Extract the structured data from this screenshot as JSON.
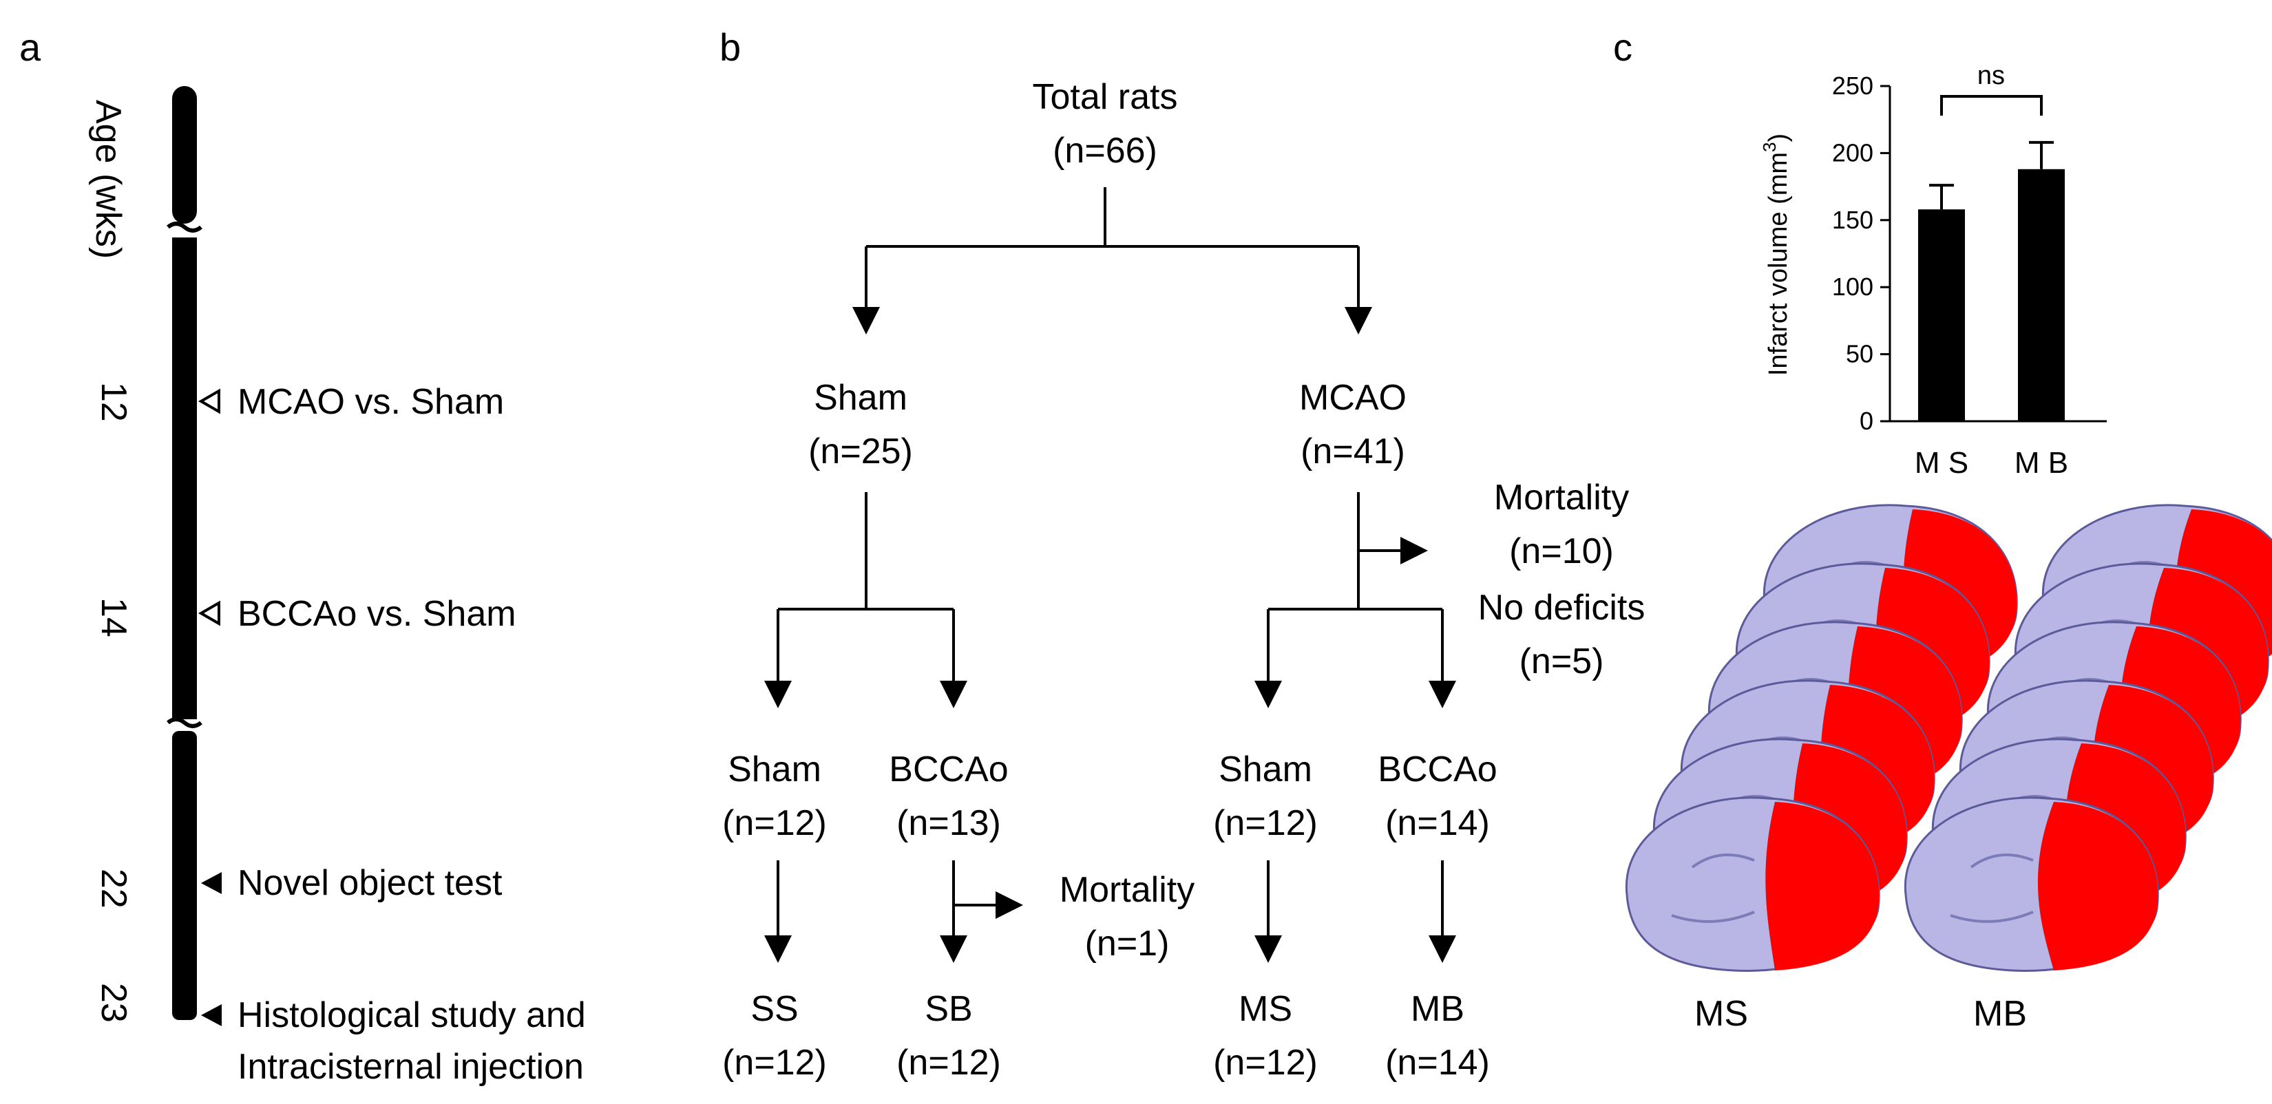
{
  "panels": {
    "a": "a",
    "b": "b",
    "c": "c"
  },
  "timeline": {
    "axis_label": "Age (wks)",
    "events": [
      {
        "week": "12",
        "marker": "open",
        "text": "MCAO vs. Sham"
      },
      {
        "week": "14",
        "marker": "open",
        "text": "BCCAo vs. Sham"
      },
      {
        "week": "22",
        "marker": "filled",
        "text": "Novel  object test"
      },
      {
        "week": "23",
        "marker": "filled",
        "text": "Histological study and",
        "text2": "Intracisternal injection"
      }
    ]
  },
  "flow": {
    "root": {
      "name": "Total rats",
      "n": "(n=66)"
    },
    "sham": {
      "name": "Sham",
      "n": "(n=25)"
    },
    "mcao": {
      "name": "MCAO",
      "n": "(n=41)"
    },
    "mortality_mcao": {
      "name": "Mortality",
      "n": "(n=10)"
    },
    "no_deficits": {
      "name": "No deficits",
      "n": "(n=5)"
    },
    "sham_sham": {
      "name": "Sham",
      "n": "(n=12)"
    },
    "sham_bccao": {
      "name": "BCCAo",
      "n": "(n=13)"
    },
    "mcao_sham": {
      "name": "Sham",
      "n": "(n=12)"
    },
    "mcao_bccao": {
      "name": "BCCAo",
      "n": "(n=14)"
    },
    "mortality_bccao": {
      "name": "Mortality",
      "n": "(n=1)"
    },
    "ss": {
      "name": "SS",
      "n": "(n=12)"
    },
    "sb": {
      "name": "SB",
      "n": "(n=12)"
    },
    "ms": {
      "name": "MS",
      "n": "(n=12)"
    },
    "mb": {
      "name": "MB",
      "n": "(n=14)"
    }
  },
  "chart_data": {
    "type": "bar",
    "categories": [
      "M S",
      "M B"
    ],
    "values": [
      158,
      188
    ],
    "errors": [
      18,
      20
    ],
    "ylabel": "Infarct volume (mm",
    "ylabel_sup": "3",
    "ylabel_end": ")",
    "ylim": [
      0,
      250
    ],
    "yticks": [
      0,
      50,
      100,
      150,
      200,
      250
    ],
    "significance": "ns",
    "bar_color": "#000000"
  },
  "brain_labels": {
    "left": "MS",
    "right": "MB"
  },
  "colors": {
    "infarct": "#ff0000",
    "tissue": "#b9b6e6"
  }
}
